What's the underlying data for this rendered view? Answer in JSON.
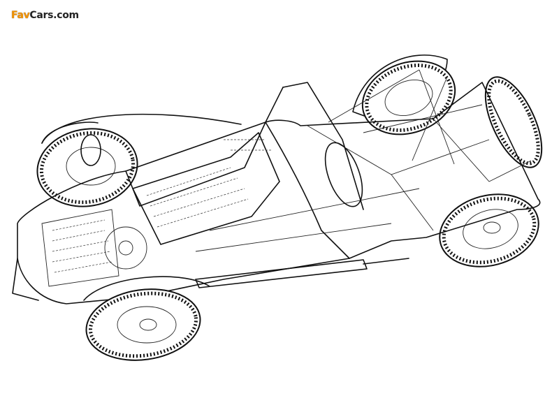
{
  "watermark": {
    "brand_highlight": "Fav",
    "brand_rest": "Cars.com",
    "highlight_color": "#f39200"
  },
  "image": {
    "subject": "cutaway-car-illustration"
  }
}
